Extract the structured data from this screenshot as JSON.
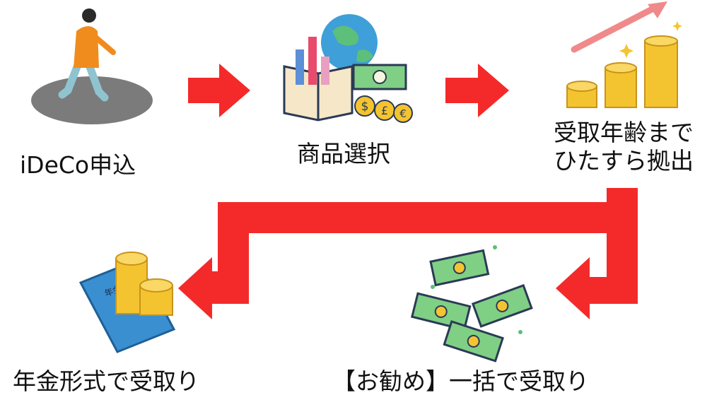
{
  "steps": {
    "apply": "iDeCo申込",
    "select": "商品選択",
    "contribute_line1": "受取年齢まで",
    "contribute_line2": "ひたすら拠出",
    "annuity": "年金形式で受取り",
    "lump_sum": "【お勧め】一括で受取り"
  },
  "book_label": "年金",
  "colors": {
    "arrow": "#f42a2a",
    "coin": "#f4c430",
    "coin_edge": "#c9931a",
    "cash": "#7fcf85",
    "book": "#3a8fd0",
    "growth_arrow": "#f08a8a"
  },
  "icons": {
    "apply": "walking-person-icon",
    "select": "investment-products-icon",
    "contribute": "growing-coins-icon",
    "annuity": "pension-book-coins-icon",
    "lump_sum": "flying-cash-icon"
  }
}
